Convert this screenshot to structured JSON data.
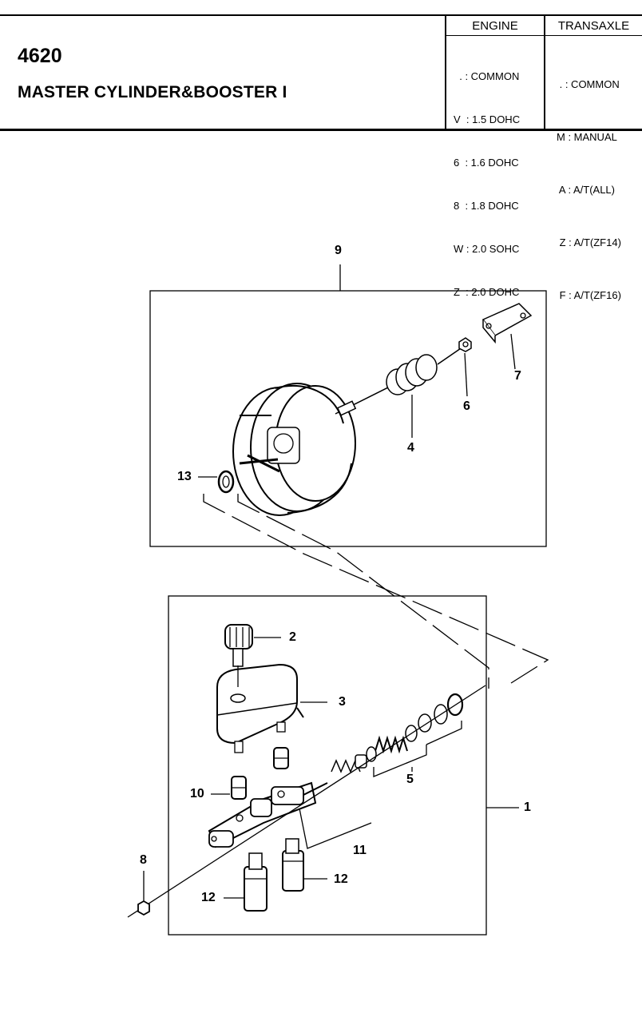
{
  "header": {
    "section_code": "4620",
    "section_title": "MASTER CYLINDER&BOOSTER I",
    "engine_heading": "ENGINE",
    "transaxle_heading": "TRANSAXLE",
    "engine_codes": [
      "  . : COMMON",
      "V  : 1.5 DOHC",
      "6  : 1.6 DOHC",
      "8  : 1.8 DOHC",
      "W : 2.0 SOHC",
      "Z  : 2.0 DOHC"
    ],
    "transaxle_codes": [
      " . : COMMON",
      "M : MANUAL",
      " A : A/T(ALL)",
      " Z : A/T(ZF14)",
      " F : A/T(ZF16)"
    ]
  },
  "callouts": {
    "c9": "9",
    "c7": "7",
    "c6": "6",
    "c4": "4",
    "c13": "13",
    "c2": "2",
    "c3": "3",
    "c1": "1",
    "c5": "5",
    "c10": "10",
    "c11": "11",
    "c8": "8",
    "c12a": "12",
    "c12b": "12"
  }
}
